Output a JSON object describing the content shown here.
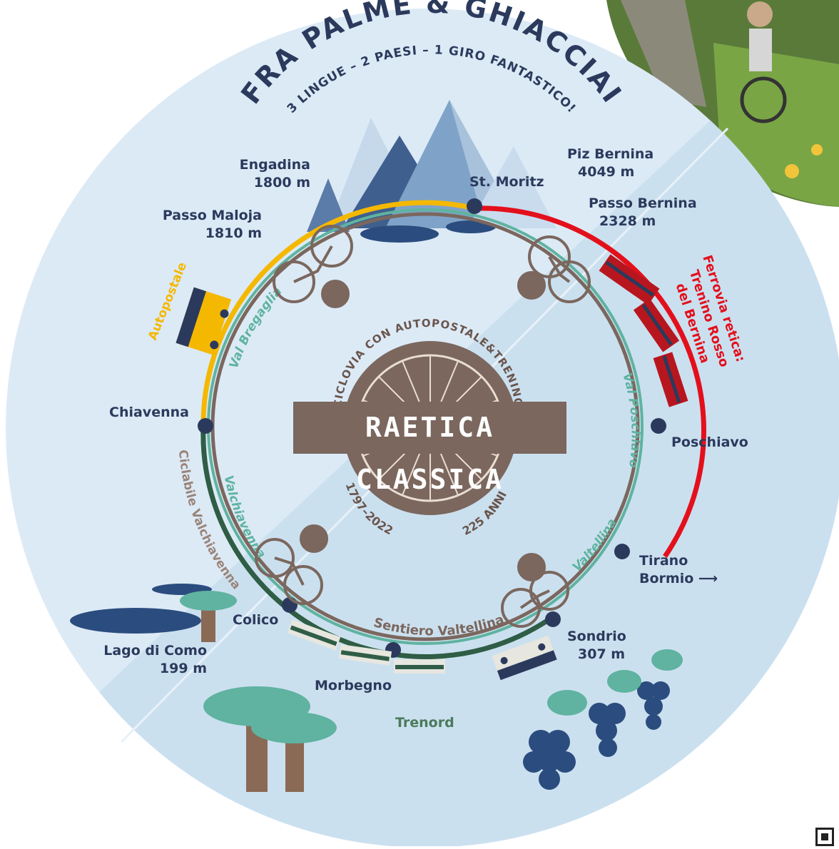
{
  "header": {
    "title": "FRA PALME & GHIACCIAI",
    "subtitle": "3 LINGUE – 2 PAESI – 1 GIRO FANTASTICO!"
  },
  "badge": {
    "ring_text": "CICLOVIA CON AUTOPOSTALE&TRENINO",
    "title": "RAETICA CLASSICA",
    "years": "1797–2022",
    "anniversary": "225 ANNI"
  },
  "places": {
    "engadina": {
      "name": "Engadina",
      "alt": "1800 m"
    },
    "st_moritz": "St. Moritz",
    "piz_bernina": {
      "name": "Piz Bernina",
      "alt": "4049 m"
    },
    "passo_bernina": {
      "name": "Passo Bernina",
      "alt": "2328 m"
    },
    "passo_maloja": {
      "name": "Passo Maloja",
      "alt": "1810 m"
    },
    "chiavenna": "Chiavenna",
    "poschiavo": "Poschiavo",
    "tirano": "Tirano",
    "bormio": "Bormio",
    "colico": "Colico",
    "sondrio": {
      "name": "Sondrio",
      "alt": "307 m"
    },
    "lago_di_como": {
      "name": "Lago di Como",
      "alt": "199 m"
    },
    "morbegno": "Morbegno"
  },
  "transport": {
    "autopostale": "Autopostale",
    "ferrovia": [
      "Ferrovia retica:",
      "Trenino Rosso",
      "del Bernina"
    ],
    "trenord": "Trenord"
  },
  "routes": {
    "val_bregaglia": "Val Bregaglia",
    "val_poschiavo": "Val Poschiavo",
    "valchiavenna": "Valchiavenna",
    "valtellina": "Valtellina",
    "ciclabile": "Ciclabile Valchiavenna",
    "sentiero": "Sentiero Valtellina"
  },
  "colors": {
    "sky": "#dceaf6",
    "lower": "#cbe0ef",
    "navy": "#2b3a5c",
    "brown": "#7b675e",
    "red": "#e3101c",
    "yellow": "#f5b800",
    "green": "#4a7a5c",
    "teal": "#5fb3a0"
  }
}
